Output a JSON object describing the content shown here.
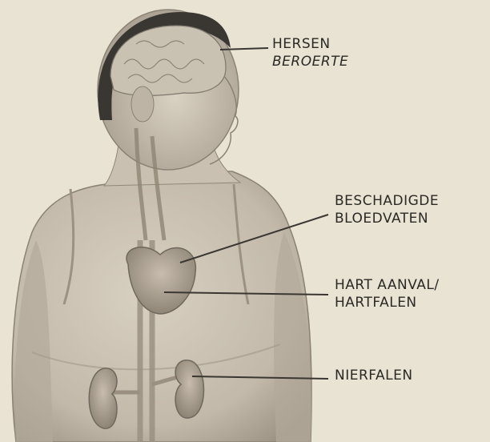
{
  "colors": {
    "background": "#e9e3d4",
    "skin_light": "#d9d1c2",
    "skin_mid": "#b9b0a2",
    "skin_dark": "#8f877b",
    "hair": "#3a3733",
    "brain": "#c9c1b2",
    "organ": "#a89d8f",
    "leader_line": "#3a3733",
    "text": "#2b2924"
  },
  "labels": {
    "brain": {
      "line1": "HERSEN",
      "line2": "BEROERTE"
    },
    "vessels": {
      "line1": "BESCHADIGDE",
      "line2": "BLOEDVATEN"
    },
    "heart": {
      "line1": "HART AANVAL/",
      "line2": "HARTFALEN"
    },
    "kidney": {
      "line1": "NIERFALEN"
    }
  }
}
